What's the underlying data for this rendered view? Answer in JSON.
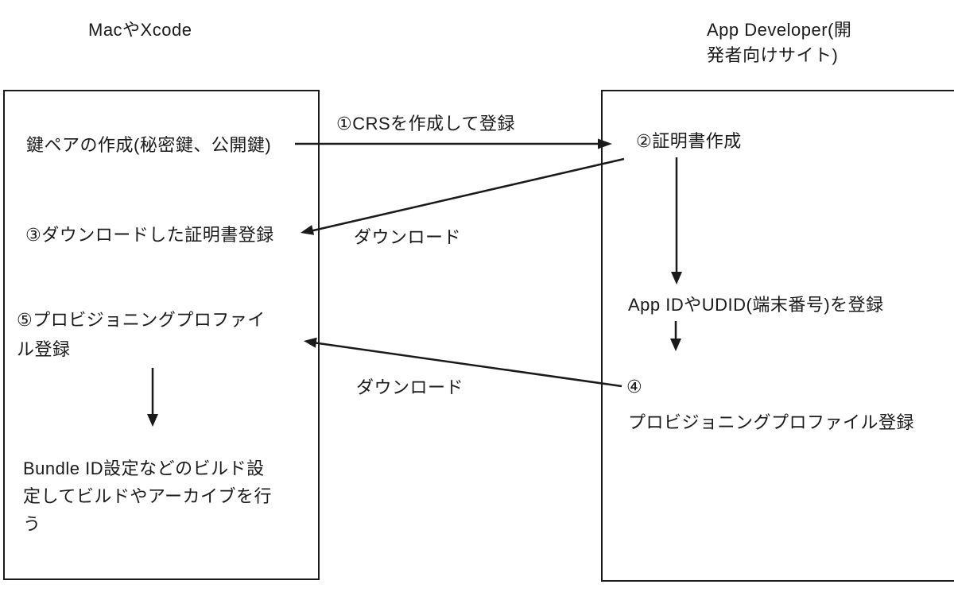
{
  "titles": {
    "left": "MacやXcode",
    "right_lines": [
      "App Developer(開",
      "発者向けサイト)"
    ]
  },
  "mac_box": {
    "key_pair": "鍵ペアの作成(秘密鍵、公開鍵)",
    "step3": "③ダウンロードした証明書登録",
    "step5_lines": [
      "⑤プロビジョニングプロファイ",
      "ル登録"
    ],
    "bundle_lines": [
      "Bundle ID設定などのビルド設",
      "定してビルドやアーカイブを行",
      "う"
    ]
  },
  "dev_box": {
    "step2": "②証明書作成",
    "app_id": "App IDやUDID(端末番号)を登録",
    "step4_number": "④",
    "step4_text": "プロビジョニングプロファイル登録"
  },
  "arrows": {
    "csr_label": "①CRSを作成して登録",
    "download1_label": "ダウンロード",
    "download2_label": "ダウンロード"
  },
  "colors": {
    "ink": "#1a1a1a",
    "background": "#ffffff"
  }
}
